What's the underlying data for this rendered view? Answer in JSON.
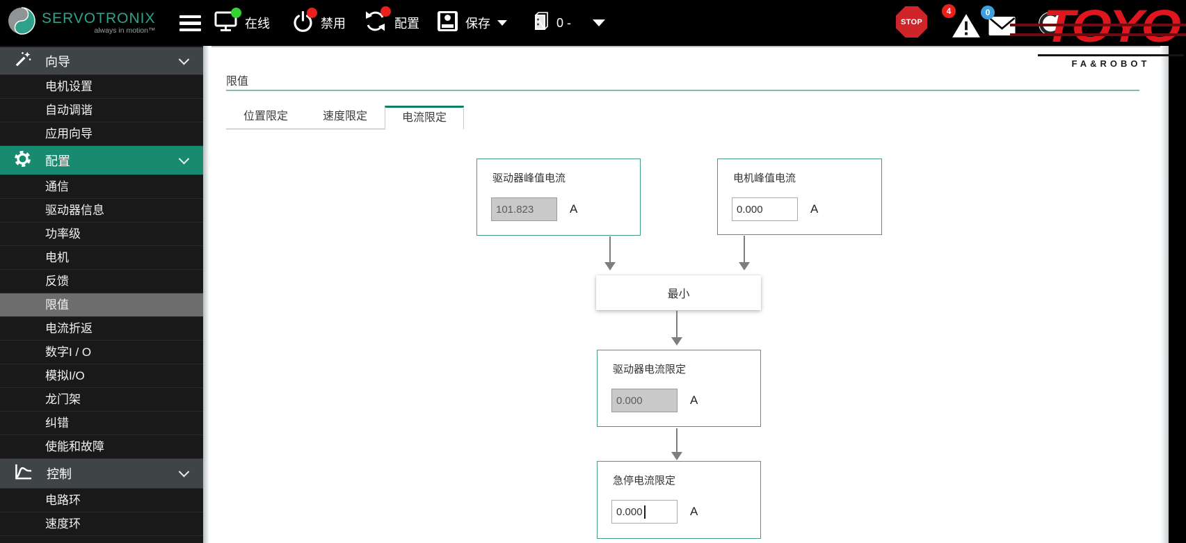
{
  "toolbar": {
    "brand_name": "SERVOTRONIX",
    "brand_tagline": "always in motion™",
    "online_label": "在线",
    "enable_label": "禁用",
    "config_label": "配置",
    "save_label": "保存",
    "drive_select_label": "0 -",
    "stop_label": "STOP",
    "alert_badge": "4",
    "message_badge": "0"
  },
  "brand_logo": {
    "word": "TOYO",
    "sub": "FA&ROBOT"
  },
  "sidebar": {
    "sections": [
      {
        "label": "向导",
        "items": [
          "电机设置",
          "自动调谐",
          "应用向导"
        ]
      },
      {
        "label": "配置",
        "items": [
          "通信",
          "驱动器信息",
          "功率级",
          "电机",
          "反馈",
          "限值",
          "电流折返",
          "数字I / O",
          "模拟I/O",
          "龙门架",
          "纠错",
          "使能和故障"
        ]
      },
      {
        "label": "控制",
        "items": [
          "电路环",
          "速度环"
        ]
      }
    ],
    "selected_item": "限值"
  },
  "main": {
    "title": "限值",
    "tabs": [
      "位置限定",
      "速度限定",
      "电流限定"
    ],
    "active_tab": "电流限定",
    "diagram": {
      "drive_peak_label": "驱动器峰值电流",
      "drive_peak_value": "101.823",
      "motor_peak_label": "电机峰值电流",
      "motor_peak_value": "0.000",
      "min_label": "最小",
      "drive_limit_label": "驱动器电流限定",
      "drive_limit_value": "0.000",
      "estop_limit_label": "急停电流限定",
      "estop_limit_value": "0.000",
      "unit": "A"
    }
  },
  "colors": {
    "accent_teal": "#178a6f",
    "box_border_teal": "#459a82",
    "selected_gray": "#6d6d6d",
    "alert_red": "#e8211d",
    "badge_blue": "#3d9fe0",
    "logo_red": "#e0161f",
    "online_green": "#35d435"
  }
}
